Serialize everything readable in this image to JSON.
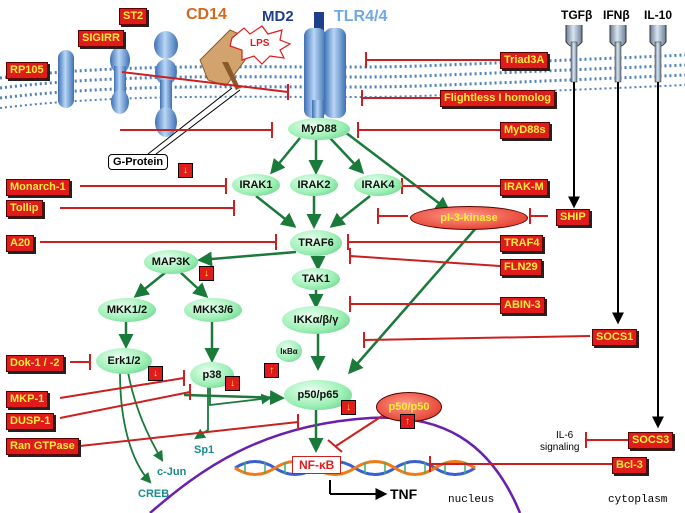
{
  "colors": {
    "inhibitor_fill": "#e01b1b",
    "inhibitor_text": "#ffef3a",
    "node_green": "#8ee8a8",
    "arrow_green": "#1a7a3a",
    "inhibit_red": "#cc1f1f",
    "membrane_blue": "#6fa8dc",
    "cd14_orange": "#d2691e",
    "md2_blue": "#1f3f8a",
    "tlr_blue": "#6fa8e8",
    "dna_text": "#ff0000",
    "teal_text": "#1a8c8c"
  },
  "receptors": {
    "cd14": "CD14",
    "md2": "MD2",
    "tlr": "TLR4/4",
    "lps": "LPS",
    "tgfb": "TGFβ",
    "ifnb": "IFNβ",
    "il10": "IL-10"
  },
  "inhibitors_left": {
    "st2": "ST2",
    "sigirr": "SIGIRR",
    "rp105": "RP105",
    "monarch": "Monarch-1",
    "tollip": "Tollip",
    "a20": "A20",
    "dok": "Dok-1 / -2",
    "mkp": "MKP-1",
    "dusp": "DUSP-1",
    "ran": "Ran GTPase"
  },
  "inhibitors_right": {
    "triad3a": "Triad3A",
    "flightless": "Flightless I homolog",
    "myd88s": "MyD88s",
    "irakm": "IRAK-M",
    "ship": "SHIP",
    "traf4": "TRAF4",
    "fln29": "FLN29",
    "abin3": "ABIN-3",
    "socs1": "SOCS1",
    "socs3": "SOCS3",
    "bcl3": "Bcl-3"
  },
  "nodes": {
    "myd88": "MyD88",
    "irak1": "IRAK1",
    "irak2": "IRAK2",
    "irak4": "IRAK4",
    "pi3k": "pI-3-kinase",
    "traf6": "TRAF6",
    "map3k": "MAP3K",
    "tak1": "TAK1",
    "mkk12": "MKK1/2",
    "mkk36": "MKK3/6",
    "ikk": "IKKα/β/γ",
    "ikba": "IκBα",
    "erk": "Erk1/2",
    "p38": "p38",
    "p5065": "p50/p65",
    "p5050": "p50/p50"
  },
  "other": {
    "gprotein": "G-Protein",
    "sp1": "Sp1",
    "cjun": "c-Jun",
    "creb": "CREB",
    "nfkb": "NF-κB",
    "tnf": "TNF",
    "nucleus": "nucleus",
    "cytoplasm": "cytoplasm",
    "il6_line1": "IL-6",
    "il6_line2": "signaling"
  },
  "indicators": {
    "down": "↓",
    "up": "↑"
  }
}
